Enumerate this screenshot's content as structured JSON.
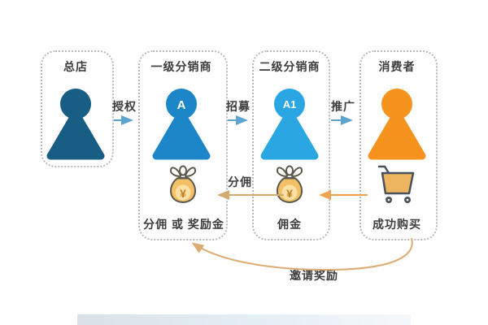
{
  "diagram": {
    "boxes": {
      "hq": {
        "title": "总店"
      },
      "l1": {
        "title": "一级分销商",
        "badge": "A"
      },
      "l2": {
        "title": "二级分销商",
        "badge": "A1"
      },
      "consumer": {
        "title": "消费者"
      }
    },
    "edges": {
      "authorize": {
        "label": "授权"
      },
      "recruit": {
        "label": "招募"
      },
      "promote": {
        "label": "推广"
      },
      "share_commission": {
        "label": "分佣"
      },
      "invite_reward": {
        "label": "邀请奖励"
      }
    },
    "rewards": {
      "l1_reward": {
        "label": "分佣 或 奖励金",
        "currency": "¥"
      },
      "l2_reward": {
        "label": "佣金",
        "currency": "¥"
      },
      "purchase": {
        "label": "成功购买"
      }
    }
  },
  "colors": {
    "hq_person": "#185e84",
    "l1_person": "#1c86c8",
    "l2_person": "#2aa7e2",
    "consumer_person": "#f6921e",
    "arrow_blue": "#5ca4cf",
    "arrow_tan": "#d2ab72",
    "arrow_orange": "#f0a452",
    "arrow_curve": "#ddad74",
    "bag_body": "#f3c067",
    "bag_highlight": "#fbe0a6",
    "bag_outline": "#5d5a4d",
    "yuan_text": "#bf7d1f",
    "cart_fill": "#eeb55f",
    "cart_outline": "#49525c",
    "label_text": "#3d3d3d",
    "box_border": "#b7babd"
  }
}
